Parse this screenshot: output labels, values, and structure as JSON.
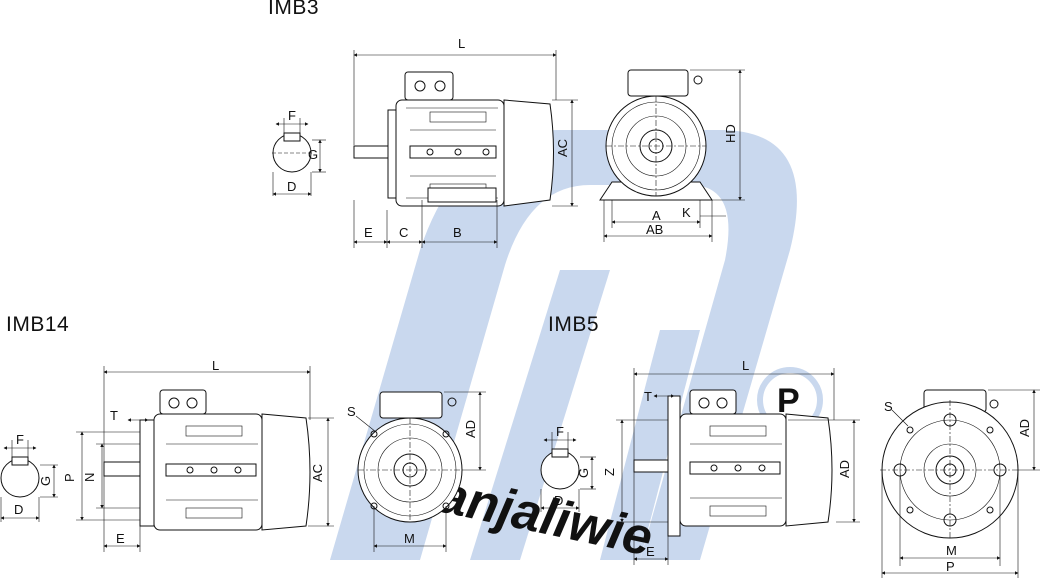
{
  "titles": {
    "imb3": "IMB3",
    "imb14": "IMB14",
    "imb5": "IMB5"
  },
  "watermark_color": "#c9d8ee",
  "labels": {
    "imb3_key": {
      "f": "F",
      "g": "G",
      "d": "D"
    },
    "imb3_side": {
      "l": "L",
      "ac": "AC",
      "e": "E",
      "c": "C",
      "b": "B"
    },
    "imb3_front": {
      "hd": "HD",
      "a": "A",
      "k": "K",
      "ab": "AB"
    },
    "imb14_key": {
      "f": "F",
      "g": "G",
      "d": "D"
    },
    "imb14_side": {
      "l": "L",
      "t": "T",
      "p": "P",
      "n": "N",
      "ac": "AC",
      "e": "E"
    },
    "imb14_front": {
      "s": "S",
      "ad": "AD",
      "m": "M"
    },
    "imb5_key": {
      "f": "F",
      "g": "G",
      "d": "D"
    },
    "imb5_side": {
      "l": "L",
      "t": "T",
      "z": "Z",
      "ad": "AD",
      "e": "E"
    },
    "imb5_front": {
      "s": "S",
      "ad": "AD",
      "m": "M",
      "p": "P"
    }
  }
}
